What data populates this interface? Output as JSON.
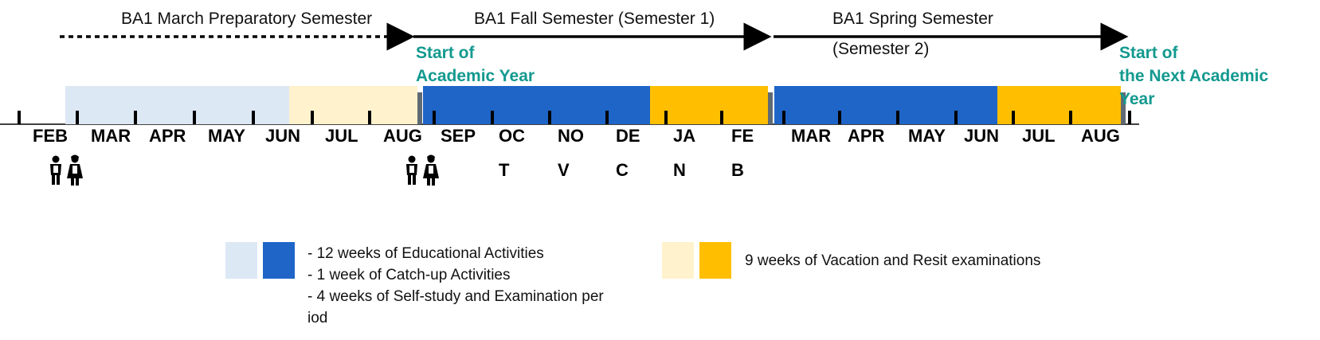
{
  "semesters": {
    "march_prep": "BA1 March Preparatory Semester",
    "fall": "BA1 Fall Semester (Semester 1)",
    "spring_line1": "BA1 Spring Semester",
    "spring_line2": "(Semester 2)"
  },
  "markers": {
    "start_year_line1": "Start of",
    "start_year_line2": "Academic Year",
    "next_year_line1": "Start of",
    "next_year_line2": "the Next Academic",
    "next_year_line3": "Year"
  },
  "months": [
    "FEB",
    "MAR",
    "APR",
    "MAY",
    "JUN",
    "JUL",
    "AUG",
    "SEP",
    "OC",
    "NO",
    "DE",
    "JA",
    "FE",
    "MAR",
    "APR",
    "MAY",
    "JUN",
    "JUL",
    "AUG"
  ],
  "months_row2": [
    "T",
    "V",
    "C",
    "N",
    "B"
  ],
  "legend": {
    "edu_line1": "-  12 weeks of Educational Activities",
    "edu_line2": "-   1 week of Catch-up Activities",
    "edu_line3": "-   4 weeks of Self-study and Examination per",
    "edu_line4": "iod",
    "vacation": "9 weeks of Vacation and Resit examinations"
  },
  "colors": {
    "light_blue": "#dde8f5",
    "dark_blue": "#1f65c8",
    "light_yellow": "#fff2cc",
    "gold": "#ffbf00",
    "teal": "#13998f",
    "separator_gray": "#606a74"
  },
  "icons": [
    "students-icon",
    "students-icon"
  ]
}
